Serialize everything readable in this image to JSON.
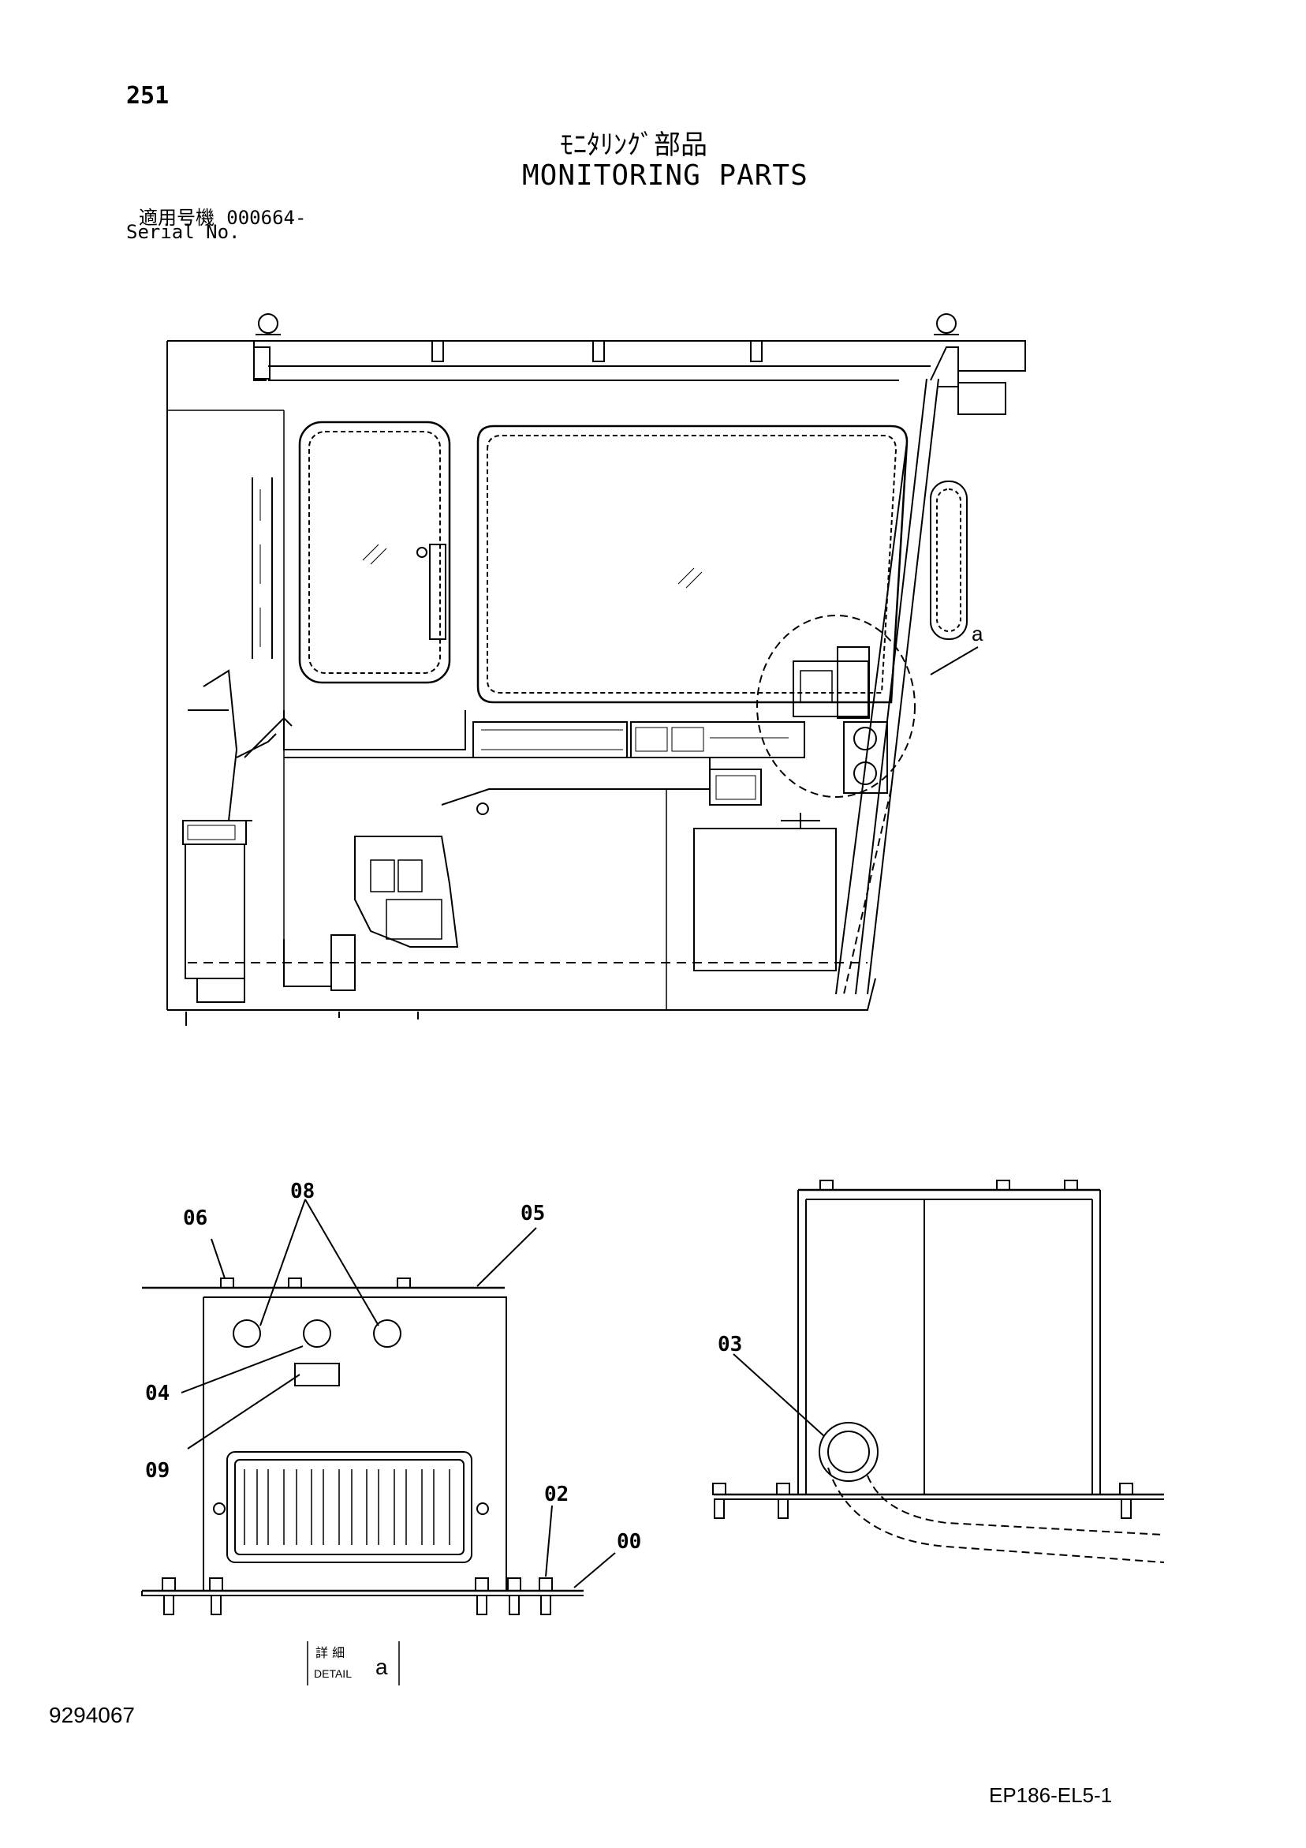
{
  "header": {
    "page_number": "251",
    "title_jp": "ﾓﾆﾀﾘﾝｸﾞ部品",
    "title_en": "MONITORING PARTS",
    "serial_label_jp": "適用号機",
    "serial_value": "000664-",
    "serial_label_en": "Serial No."
  },
  "callouts": {
    "detail_ref": "a",
    "parts": [
      "08",
      "06",
      "05",
      "04",
      "09",
      "02",
      "00",
      "03"
    ]
  },
  "detail_box": {
    "label_jp": "詳 細",
    "label_en": "DETAIL",
    "ref": "a"
  },
  "footer": {
    "drawing_number": "9294067",
    "figure_code": "EP186-EL5-1"
  }
}
